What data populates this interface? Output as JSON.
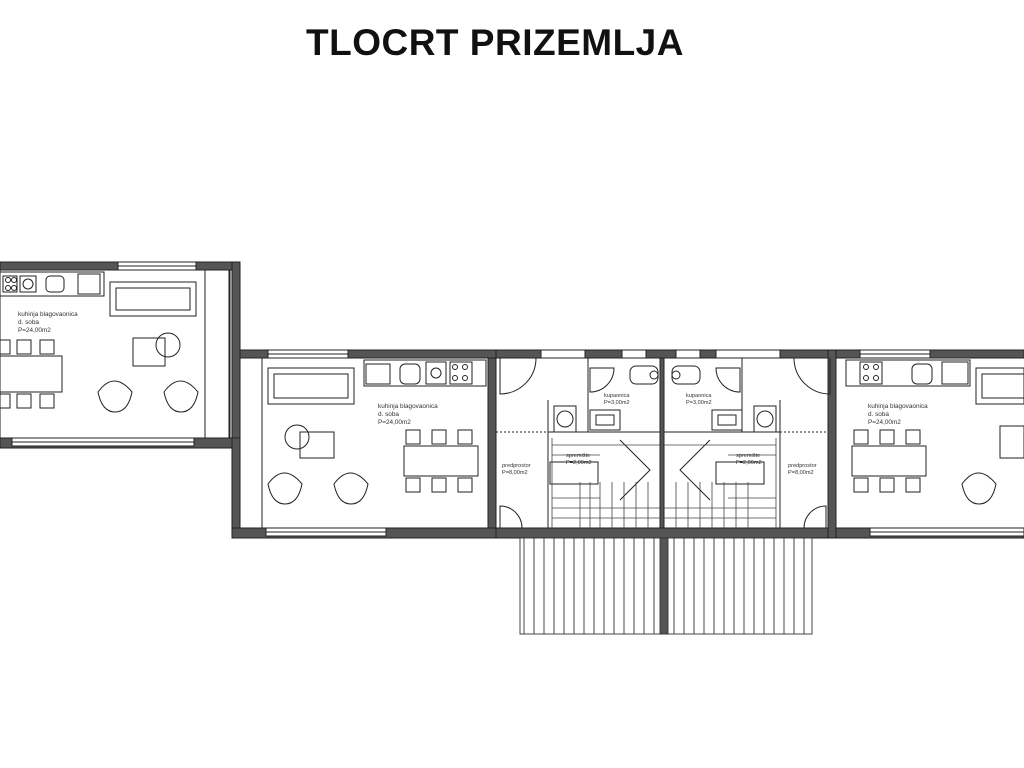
{
  "title": "TLOCRT PRIZEMLJA",
  "rooms": {
    "left_unit": {
      "name": "kuhinja blagovaonica",
      "sub": "d. soba",
      "area": "P=24,00m2"
    },
    "center_left": {
      "name": "kuhinja blagovaonica",
      "sub": "d. soba",
      "area": "P=24,00m2"
    },
    "right_unit": {
      "name": "kuhinja blagovaonica",
      "sub": "d. soba",
      "area": "P=24,00m2"
    },
    "bath_left": {
      "name": "kupaonica",
      "area": "P=3,00m2"
    },
    "bath_right": {
      "name": "kupaonica",
      "area": "P=3,00m2"
    },
    "hall_left": {
      "name": "predprostor",
      "area": "P=8,00m2"
    },
    "hall_right": {
      "name": "predprostor",
      "area": "P=8,00m2"
    },
    "stor_left": {
      "name": "spremište",
      "area": "P=2,00m2"
    },
    "stor_right": {
      "name": "spremište",
      "area": "P=2,00m2"
    }
  }
}
